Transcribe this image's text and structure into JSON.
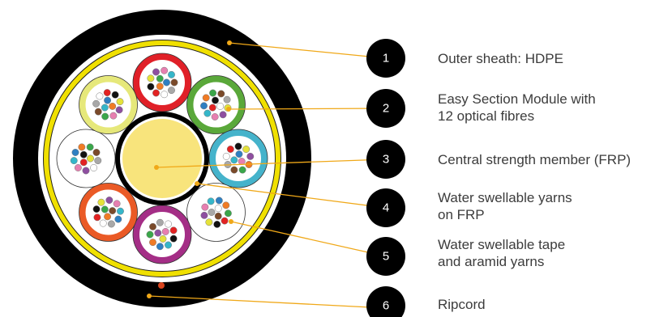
{
  "colors": {
    "sheath": "#000000",
    "yellow_ring": "#f0e000",
    "leader_line": "#f0a818",
    "core": "#f8e47c",
    "badge": "#000000"
  },
  "modules": [
    {
      "color": "#e02028"
    },
    {
      "color": "#5aa83a"
    },
    {
      "color": "#45b3cb"
    },
    {
      "color": "#ffffff"
    },
    {
      "color": "#a42e86"
    },
    {
      "color": "#ea5a26"
    },
    {
      "color": "#ffffff"
    },
    {
      "color": "#e6e87a"
    }
  ],
  "fibre_colors": [
    "#2f7fc1",
    "#f07b25",
    "#3aa64a",
    "#7a4a2a",
    "#a8a8a8",
    "#ffffff",
    "#e22222",
    "#111111",
    "#e5e23a",
    "#8e4fa0",
    "#e77fb0",
    "#35b6c9"
  ],
  "components": [
    {
      "number": "1",
      "line1": "Outer sheath: HDPE",
      "line2": ""
    },
    {
      "number": "2",
      "line1": "Easy Section Module with",
      "line2": "12 optical fibres"
    },
    {
      "number": "3",
      "line1": "Central strength member (FRP)",
      "line2": ""
    },
    {
      "number": "4",
      "line1": "Water swellable yarns",
      "line2": "on FRP"
    },
    {
      "number": "5",
      "line1": "Water swellable tape",
      "line2": "and aramid yarns"
    },
    {
      "number": "6",
      "line1": "Ripcord",
      "line2": ""
    }
  ]
}
